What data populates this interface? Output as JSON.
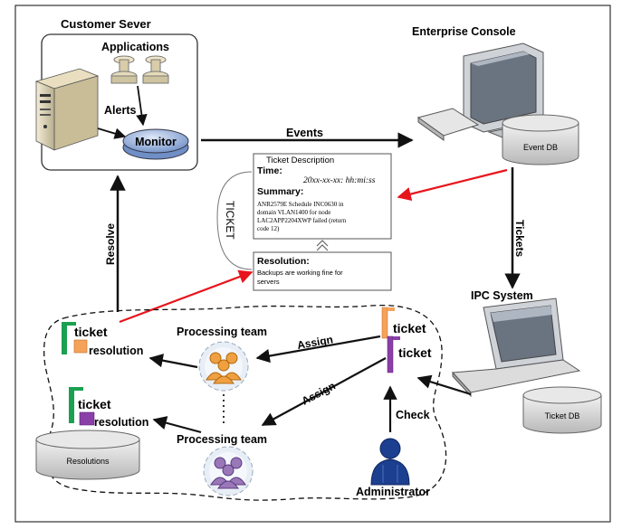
{
  "customer_server": {
    "title": "Customer Sever",
    "applications_label": "Applications",
    "alerts_label": "Alerts",
    "monitor_label": "Monitor"
  },
  "enterprise": {
    "title": "Enterprise Console",
    "event_db_label": "Event DB"
  },
  "flows": {
    "events": "Events",
    "tickets": "Tickets",
    "resolve": "Resolve",
    "assign_1": "Assign",
    "assign_2": "Assign",
    "check": "Check"
  },
  "ticket_panel": {
    "side_label": "TICKET",
    "description_title": "Ticket Description",
    "time_label": "Time:",
    "time_value": "20xx-xx-xx: hh:mi:ss",
    "summary_label": "Summary:",
    "summary_lines": [
      "ANR2579E Schedule INC0630 in",
      "domain VLAN1400 for node",
      "LAC2APP2204XWP failed (return",
      "code 12)"
    ],
    "resolution_label": "Resolution:",
    "resolution_lines": [
      "Backups are working fine for",
      "servers"
    ]
  },
  "ipc": {
    "title": "IPC System",
    "ticket_db_label": "Ticket DB"
  },
  "teams": {
    "team_1": "Processing team",
    "team_2": "Processing team"
  },
  "items": {
    "ticket_1": "ticket",
    "resolution_1": "resolution",
    "ticket_2": "ticket",
    "resolution_2": "resolution",
    "ticket_3": "ticket",
    "ticket_4": "ticket"
  },
  "resolutions_db_label": "Resolutions",
  "administrator_label": "Administrator",
  "colors": {
    "red_arrow": "#e8141c",
    "monitor_blue": "#8aa8d8",
    "team_orange": "#f0a040",
    "team_purple": "#9a78b8",
    "admin_blue": "#1d3f8f",
    "green_bar": "#1aa050",
    "orange_bar": "#f5a25a",
    "purple_bar": "#8a3fa8"
  }
}
